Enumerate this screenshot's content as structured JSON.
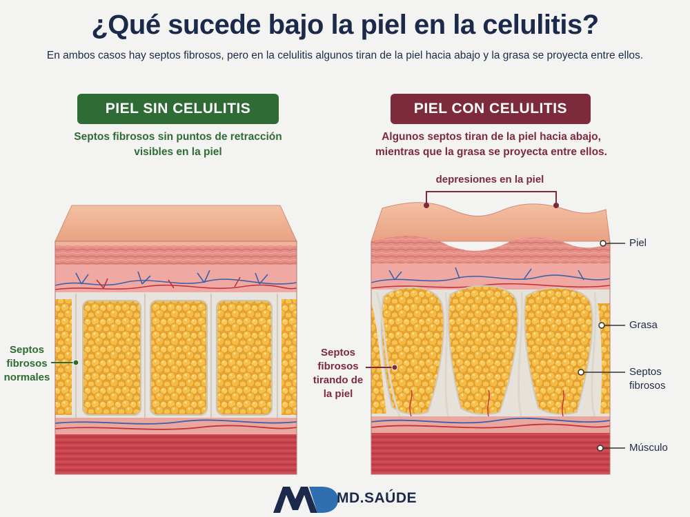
{
  "title": "¿Qué sucede bajo la piel en la celulitis?",
  "subtitle": "En ambos casos hay septos fibrosos, pero en la celulitis algunos tiran de la piel hacia abajo y la grasa se proyecta entre ellos.",
  "left_panel": {
    "badge": "PIEL SIN CELULITIS",
    "description_line1": "Septos fibrosos sin puntos de retracción",
    "description_line2": "visibles en la piel",
    "label_line1": "Septos",
    "label_line2": "fibrosos",
    "label_line3": "normales"
  },
  "right_panel": {
    "badge": "PIEL CON CELULITIS",
    "description_line1": "Algunos septos tiran de la piel hacia abajo,",
    "description_line2": "mientras que la grasa se proyecta entre ellos.",
    "depressions_label": "depresiones en la piel",
    "pulling_label_line1": "Septos",
    "pulling_label_line2": "fibrosos",
    "pulling_label_line3": "tirando de",
    "pulling_label_line4": "la piel",
    "layer_labels": {
      "skin": "Piel",
      "fat": "Grasa",
      "septa_line1": "Septos",
      "septa_line2": "fibrosos",
      "muscle": "Músculo"
    }
  },
  "logo": {
    "text": "MD.SAÚDE"
  },
  "colors": {
    "green": "#2f6b34",
    "wine": "#7e2a3d",
    "navy": "#1b2a4a",
    "fat": "#f0b43e",
    "skin": "#e9a283",
    "muscle": "#c8434b"
  }
}
